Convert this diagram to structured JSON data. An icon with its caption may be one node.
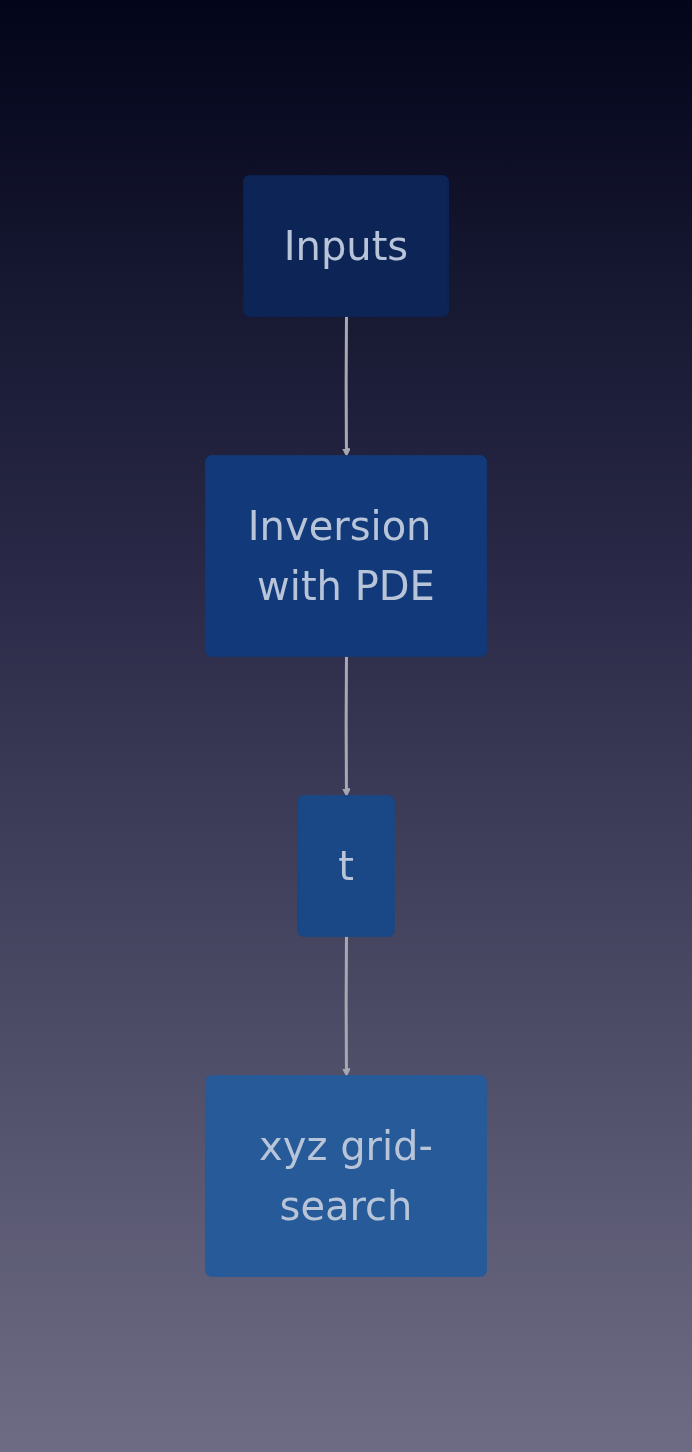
{
  "diagram": {
    "nodes": [
      {
        "text": [
          "Inputs"
        ]
      },
      {
        "text": [
          "Inversion with PDE"
        ]
      },
      {
        "text": [
          "t"
        ]
      },
      {
        "text": [
          "xyz grid-search"
        ]
      }
    ],
    "edges": [
      {
        "from": 0,
        "to": 1,
        "arrow": "to"
      },
      {
        "from": 1,
        "to": 2,
        "arrow": "to"
      },
      {
        "from": 2,
        "to": 3,
        "arrow": "to"
      }
    ]
  }
}
